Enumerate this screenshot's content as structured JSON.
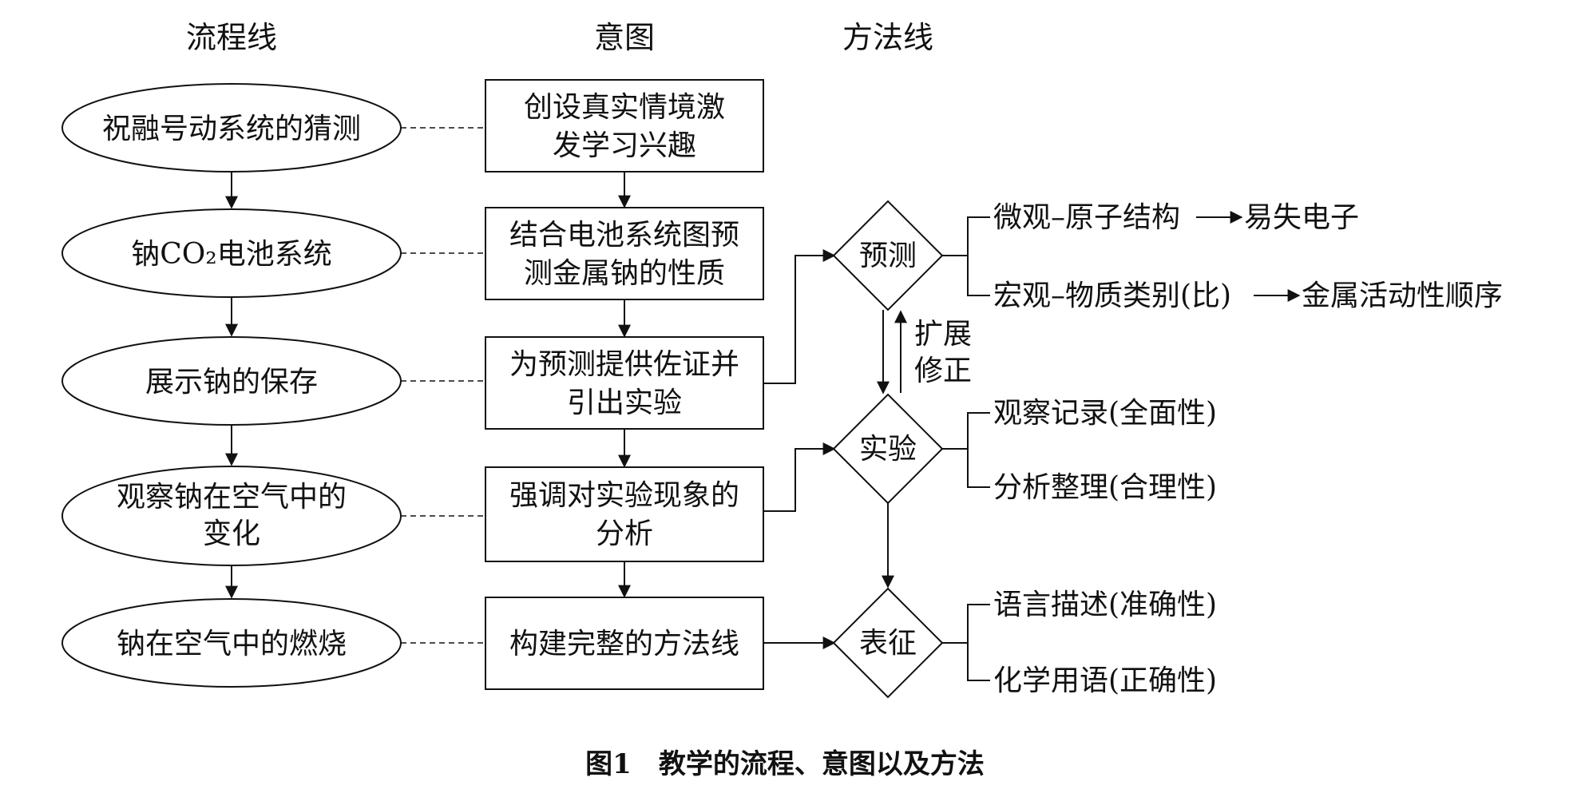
{
  "headers": {
    "process": "流程线",
    "intent": "意图",
    "method": "方法线"
  },
  "process_nodes": [
    {
      "lines": [
        "祝融号动系统的猜测"
      ]
    },
    {
      "lines": [
        "钠CO₂电池系统"
      ]
    },
    {
      "lines": [
        "展示钠的保存"
      ]
    },
    {
      "lines": [
        "观察钠在空气中的",
        "变化"
      ]
    },
    {
      "lines": [
        "钠在空气中的燃烧"
      ]
    }
  ],
  "intent_nodes": [
    {
      "lines": [
        "创设真实情境激",
        "发学习兴趣"
      ]
    },
    {
      "lines": [
        "结合电池系统图预",
        "测金属钠的性质"
      ]
    },
    {
      "lines": [
        "为预测提供佐证并",
        "引出实验"
      ]
    },
    {
      "lines": [
        "强调对实验现象的",
        "分析"
      ]
    },
    {
      "lines": [
        "构建完整的方法线"
      ]
    }
  ],
  "method_nodes": [
    {
      "label": "预测"
    },
    {
      "label": "实验"
    },
    {
      "label": "表征"
    }
  ],
  "feedback_label": [
    "扩展",
    "修正"
  ],
  "branches": [
    {
      "text": "微观–原子结构",
      "result": "易失电子"
    },
    {
      "text": "宏观–物质类别(比)",
      "result": "金属活动性顺序"
    },
    {
      "text": "观察记录(全面性)"
    },
    {
      "text": "分析整理(合理性)"
    },
    {
      "text": "语言描述(准确性)"
    },
    {
      "text": "化学用语(正确性)"
    }
  ],
  "caption": "图1　教学的流程、意图以及方法"
}
